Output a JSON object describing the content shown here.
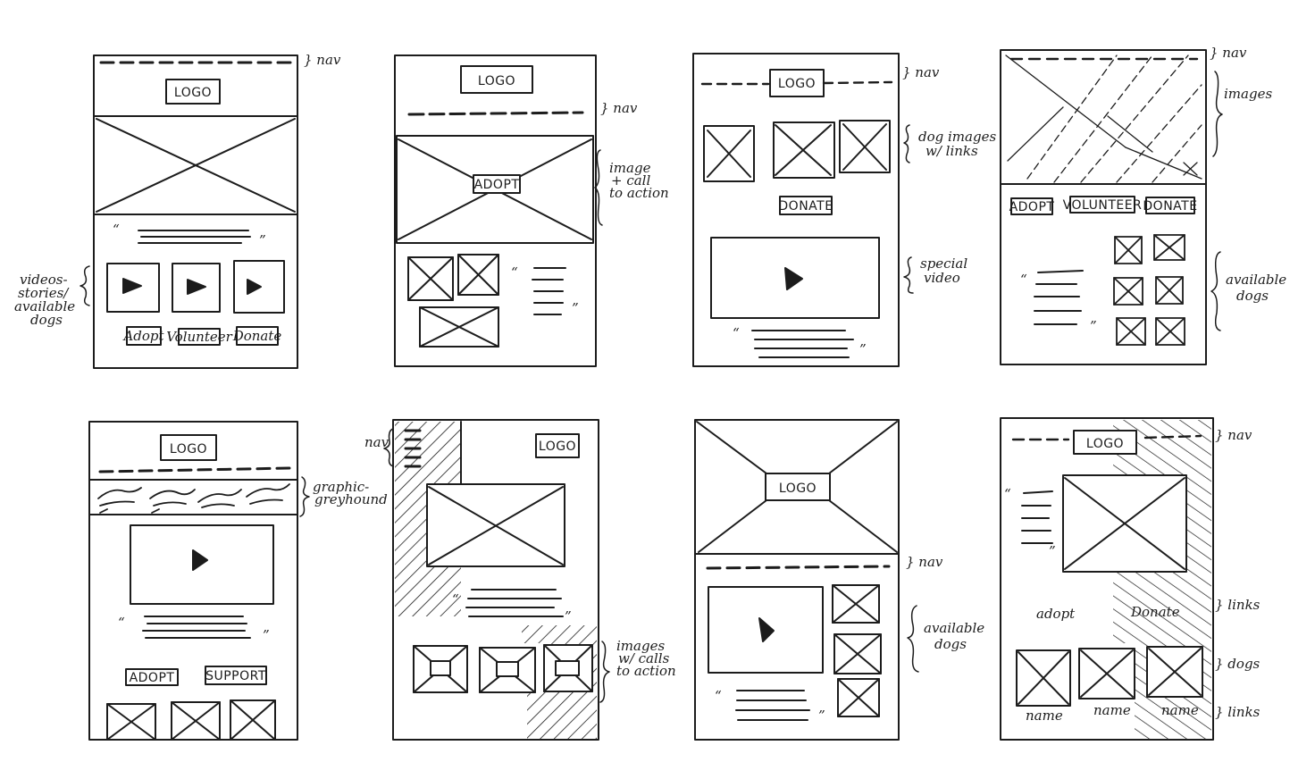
{
  "ink_color": "#1c1c1c",
  "background": "#ffffff",
  "logo": "LOGO",
  "notes": {
    "nav": "} nav",
    "videos": "videos-stories/available dogs",
    "image_cta": "image + call to action",
    "dog_images": "dog images w/ links",
    "special_video": "special video",
    "images": "images",
    "available_dogs": "available dogs",
    "graphic": "graphic-greyhound",
    "images_cta": "images w/ calls to action",
    "links": "} links",
    "dogs": "} dogs",
    "nav_left": "nav"
  },
  "buttons": {
    "adopt": "ADOPT",
    "adopt_small": "Adopt",
    "volunteer": "Volunteer",
    "donate": "Donate",
    "donate_caps": "DONATE",
    "volunteer_caps": "VOLUNTEER",
    "support": "SUPPORT"
  },
  "links_text": {
    "adopt": "adopt",
    "donate": "Donate",
    "name": "name"
  }
}
